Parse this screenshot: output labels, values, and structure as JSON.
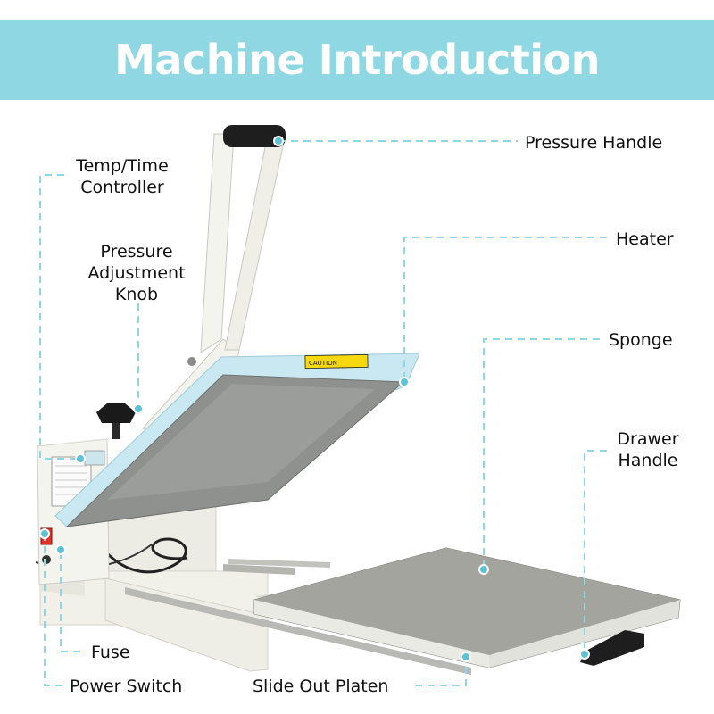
{
  "banner": {
    "title": "Machine Introduction",
    "background_color": "#8ed7e3"
  },
  "caution_sticker": {
    "text": "CAUTION"
  },
  "callouts": {
    "pressure_handle": "Pressure Handle",
    "temp_time_controller": [
      "Temp/Time",
      "Controller"
    ],
    "heater": "Heater",
    "pressure_adjustment_knob": [
      "Pressure",
      "Adjustment",
      "Knob"
    ],
    "sponge": "Sponge",
    "drawer_handle": [
      "Drawer",
      "Handle"
    ],
    "fuse": "Fuse",
    "power_switch": "Power Switch",
    "slide_out_platen": "Slide Out Platen"
  },
  "colors": {
    "leader_line": "#8ed7e3",
    "machine_body": "#f2f2ec",
    "heater_cover": "#c9e8f1",
    "heating_plate": "#8f918e",
    "platen": "#9a9b94",
    "handle_grip": "#1e1e1e"
  }
}
